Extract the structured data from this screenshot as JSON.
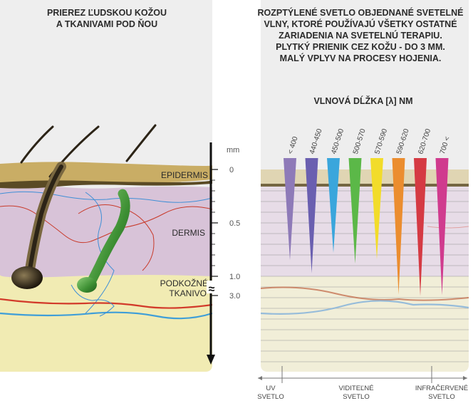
{
  "left_panel": {
    "title_lines": [
      "PRIEREZ ĽUDSKOU KOŽOU",
      "A TKANIVAMI POD ŇOU"
    ],
    "layers": {
      "epidermis": "EPIDERMIS",
      "dermis": "DERMIS",
      "subcutis_lines": [
        "PODKOŽNÉ",
        "TKANIVO"
      ]
    }
  },
  "scale": {
    "unit": "mm",
    "ticks": [
      "0",
      "0.5",
      "1.0",
      "3.0"
    ],
    "break_symbol": "≈"
  },
  "right_panel": {
    "title_lines": [
      "ROZPTÝLENÉ SVETLO OBJEDNANÉ SVETELNÉ",
      "VLNY, KTORÉ POUŽÍVAJÚ VŠETKY OSTATNÉ",
      "ZARIADENIA NA SVETELNÚ TERAPIU.",
      "PLYTKÝ PRIENIK CEZ KOŽU - DO 3 MM.",
      "MALÝ VPLYV NA PROCESY HOJENIA."
    ],
    "wavelength_heading": "VLNOVÁ DĹŽKA [λ] NM",
    "beams": [
      {
        "label": "< 400",
        "color": "#8e7ab8",
        "depth_mm": 0.85
      },
      {
        "label": "440-450",
        "color": "#6a5fb0",
        "depth_mm": 0.97
      },
      {
        "label": "450-500",
        "color": "#3aa6dc",
        "depth_mm": 0.78
      },
      {
        "label": "500-570",
        "color": "#5bb848",
        "depth_mm": 0.88
      },
      {
        "label": "570-590",
        "color": "#f2dc2a",
        "depth_mm": 0.84
      },
      {
        "label": "590-620",
        "color": "#eb8d2f",
        "depth_mm": 2.9
      },
      {
        "label": "620-700",
        "color": "#d53a43",
        "depth_mm": 3.05
      },
      {
        "label": "700 <",
        "color": "#d03b8e",
        "depth_mm": 2.95
      }
    ],
    "spectrum_axis": {
      "uv_lines": [
        "UV",
        "SVETLO"
      ],
      "visible_lines": [
        "VIDITEĽNÉ",
        "SVETLO"
      ],
      "ir_lines": [
        "INFRAČERVENÉ",
        "SVETLO"
      ]
    }
  },
  "colors": {
    "background_panel": "#eeeeee",
    "epidermis": "#c9ad65",
    "dermis": "#d8c3d8",
    "subcutis": "#f1ebb3",
    "hair": "#2c2417",
    "follicle": "#4a9a3c"
  }
}
